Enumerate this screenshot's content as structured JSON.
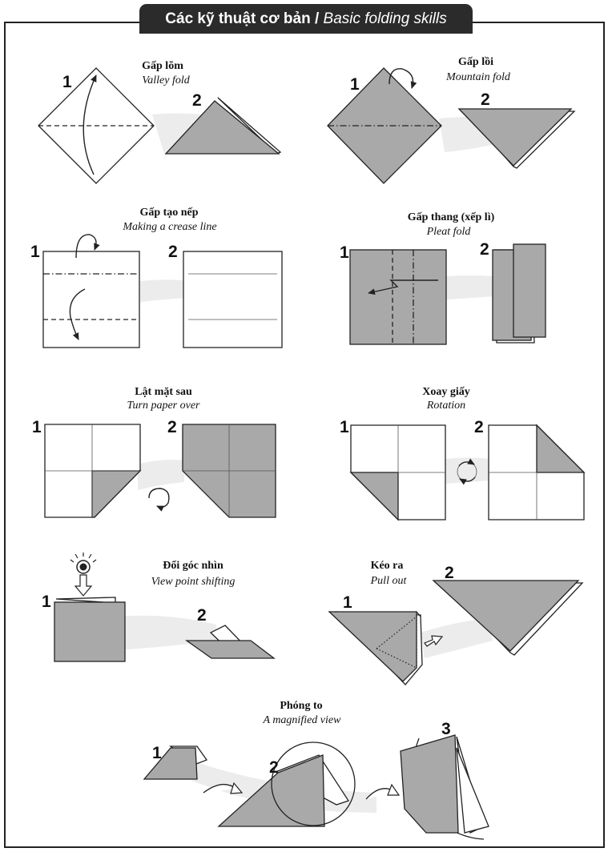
{
  "header": {
    "title_vi": "Các kỹ thuật cơ bản /",
    "title_en": "Basic folding skills"
  },
  "sections": [
    {
      "id": "valley",
      "title_vi": "Gấp lõm",
      "title_en": "Valley fold",
      "steps": [
        "1",
        "2"
      ]
    },
    {
      "id": "mountain",
      "title_vi": "Gấp lồi",
      "title_en": "Mountain fold",
      "steps": [
        "1",
        "2"
      ]
    },
    {
      "id": "crease",
      "title_vi": "Gấp tạo nếp",
      "title_en": "Making a crease line",
      "steps": [
        "1",
        "2"
      ]
    },
    {
      "id": "pleat",
      "title_vi": "Gấp thang (xếp lì)",
      "title_en": "Pleat fold",
      "steps": [
        "1",
        "2"
      ]
    },
    {
      "id": "turnover",
      "title_vi": "Lật mặt sau",
      "title_en": "Turn paper over",
      "steps": [
        "1",
        "2"
      ]
    },
    {
      "id": "rotation",
      "title_vi": "Xoay giấy",
      "title_en": "Rotation",
      "steps": [
        "1",
        "2"
      ]
    },
    {
      "id": "viewpoint",
      "title_vi": "Đổi góc nhìn",
      "title_en": "View point shifting",
      "steps": [
        "1",
        "2"
      ]
    },
    {
      "id": "pullout",
      "title_vi": "Kéo ra",
      "title_en": "Pull out",
      "steps": [
        "1",
        "2"
      ]
    },
    {
      "id": "magnified",
      "title_vi": "Phóng to",
      "title_en": "A magnified view",
      "steps": [
        "1",
        "2",
        "3"
      ]
    }
  ]
}
